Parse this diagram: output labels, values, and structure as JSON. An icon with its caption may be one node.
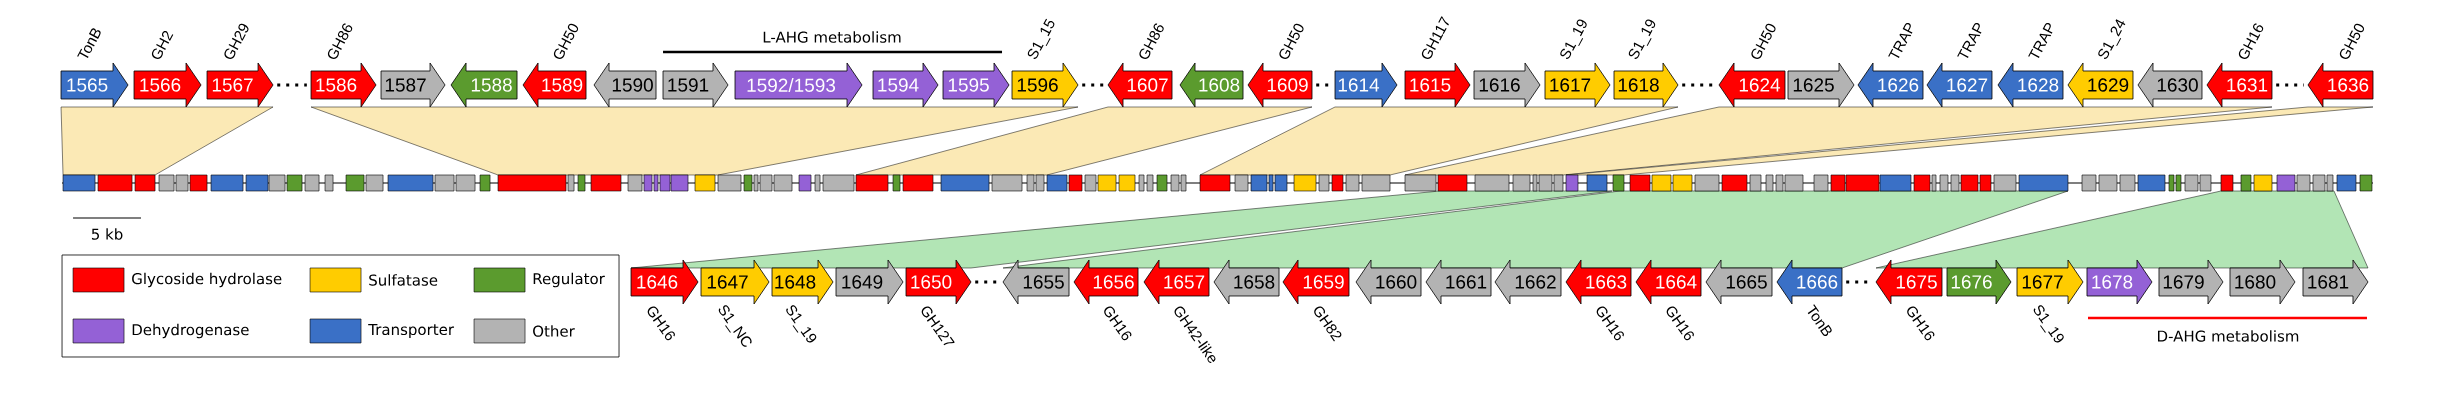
{
  "diagram": {
    "nodes": [
      {
        "text": [
          "1565"
        ],
        "beside": [
          "TonB"
        ]
      },
      {
        "text": [
          "1566"
        ],
        "beside": [
          "GH2"
        ]
      },
      {
        "text": [
          "1567"
        ],
        "beside": [
          "GH29"
        ]
      },
      {
        "text": [
          "1586"
        ],
        "beside": [
          "GH86"
        ]
      },
      {
        "text": [
          "1587"
        ]
      },
      {
        "text": [
          "1588"
        ]
      },
      {
        "text": [
          "1589"
        ],
        "beside": [
          "GH50"
        ]
      },
      {
        "text": [
          "1590"
        ]
      },
      {
        "text": [
          "1591"
        ]
      },
      {
        "text": [
          "1592/1593"
        ]
      },
      {
        "text": [
          "1594"
        ]
      },
      {
        "text": [
          "1595"
        ]
      },
      {
        "text": [
          "1596"
        ],
        "beside": [
          "S1_15"
        ]
      },
      {
        "text": [
          "1607"
        ],
        "beside": [
          "GH86"
        ]
      },
      {
        "text": [
          "1608"
        ]
      },
      {
        "text": [
          "1609"
        ],
        "beside": [
          "GH50"
        ]
      },
      {
        "text": [
          "1614"
        ]
      },
      {
        "text": [
          "1615"
        ],
        "beside": [
          "GH117"
        ]
      },
      {
        "text": [
          "1616"
        ]
      },
      {
        "text": [
          "1617"
        ],
        "beside": [
          "S1_19"
        ]
      },
      {
        "text": [
          "1618"
        ],
        "beside": [
          "S1_19"
        ]
      },
      {
        "text": [
          "1624"
        ],
        "beside": [
          "GH50"
        ]
      },
      {
        "text": [
          "1625"
        ]
      },
      {
        "text": [
          "1626"
        ],
        "beside": [
          "TRAP"
        ]
      },
      {
        "text": [
          "1627"
        ],
        "beside": [
          "TRAP"
        ]
      },
      {
        "text": [
          "1628"
        ],
        "beside": [
          "TRAP"
        ]
      },
      {
        "text": [
          "1629"
        ],
        "beside": [
          "S1_24"
        ]
      },
      {
        "text": [
          "1630"
        ]
      },
      {
        "text": [
          "1631"
        ],
        "beside": [
          "GH16"
        ]
      },
      {
        "text": [
          "1636"
        ],
        "beside": [
          "GH50"
        ]
      },
      {
        "text": [
          "1646"
        ],
        "beside": [
          "GH16"
        ]
      },
      {
        "text": [
          "1647"
        ],
        "beside": [
          "S1_NC"
        ]
      },
      {
        "text": [
          "1648"
        ],
        "beside": [
          "S1_19"
        ]
      },
      {
        "text": [
          "1649"
        ]
      },
      {
        "text": [
          "1650"
        ],
        "beside": [
          "GH127"
        ]
      },
      {
        "text": [
          "1655"
        ]
      },
      {
        "text": [
          "1656"
        ],
        "beside": [
          "GH16"
        ]
      },
      {
        "text": [
          "1657"
        ],
        "beside": [
          "GH42-like"
        ]
      },
      {
        "text": [
          "1658"
        ]
      },
      {
        "text": [
          "1659"
        ],
        "beside": [
          "GH82"
        ]
      },
      {
        "text": [
          "1660"
        ]
      },
      {
        "text": [
          "1661"
        ]
      },
      {
        "text": [
          "1662"
        ]
      },
      {
        "text": [
          "1663"
        ],
        "beside": [
          "GH16"
        ]
      },
      {
        "text": [
          "1664"
        ],
        "beside": [
          "GH16"
        ]
      },
      {
        "text": [
          "1665"
        ]
      },
      {
        "text": [
          "1666"
        ],
        "beside": [
          "TonB"
        ]
      },
      {
        "text": [
          "1675"
        ],
        "beside": [
          "GH16"
        ]
      },
      {
        "text": [
          "1676"
        ]
      },
      {
        "text": [
          "1677"
        ],
        "beside": [
          "S1_19"
        ]
      },
      {
        "text": [
          "1678"
        ]
      },
      {
        "text": [
          "1679"
        ]
      },
      {
        "text": [
          "1680"
        ]
      },
      {
        "text": [
          "1681"
        ]
      }
    ],
    "edges": [
      {
        "from": 2,
        "to": 3,
        "arrow": "none"
      },
      {
        "from": 12,
        "to": 13,
        "arrow": "none"
      },
      {
        "from": 15,
        "to": 16,
        "arrow": "none"
      },
      {
        "from": 20,
        "to": 21,
        "arrow": "none"
      },
      {
        "from": 28,
        "to": 29,
        "arrow": "none"
      },
      {
        "from": 34,
        "to": 35,
        "arrow": "none"
      },
      {
        "from": 46,
        "to": 47,
        "arrow": "none"
      }
    ],
    "labels": [
      "L-AHG metabolism",
      "5 kb",
      "D-AHG metabolism"
    ],
    "legend": [
      {
        "text": "Glycoside hydrolase",
        "color": "#ff0000"
      },
      {
        "text": "Sulfatase",
        "color": "#ffcc00"
      },
      {
        "text": "Regulator",
        "color": "#5b9b2e"
      },
      {
        "text": "Dehydrogenase",
        "color": "#9461d6"
      },
      {
        "text": "Transporter",
        "color": "#3a70c6"
      },
      {
        "text": "Other",
        "color": "#b3b3b3"
      }
    ]
  }
}
